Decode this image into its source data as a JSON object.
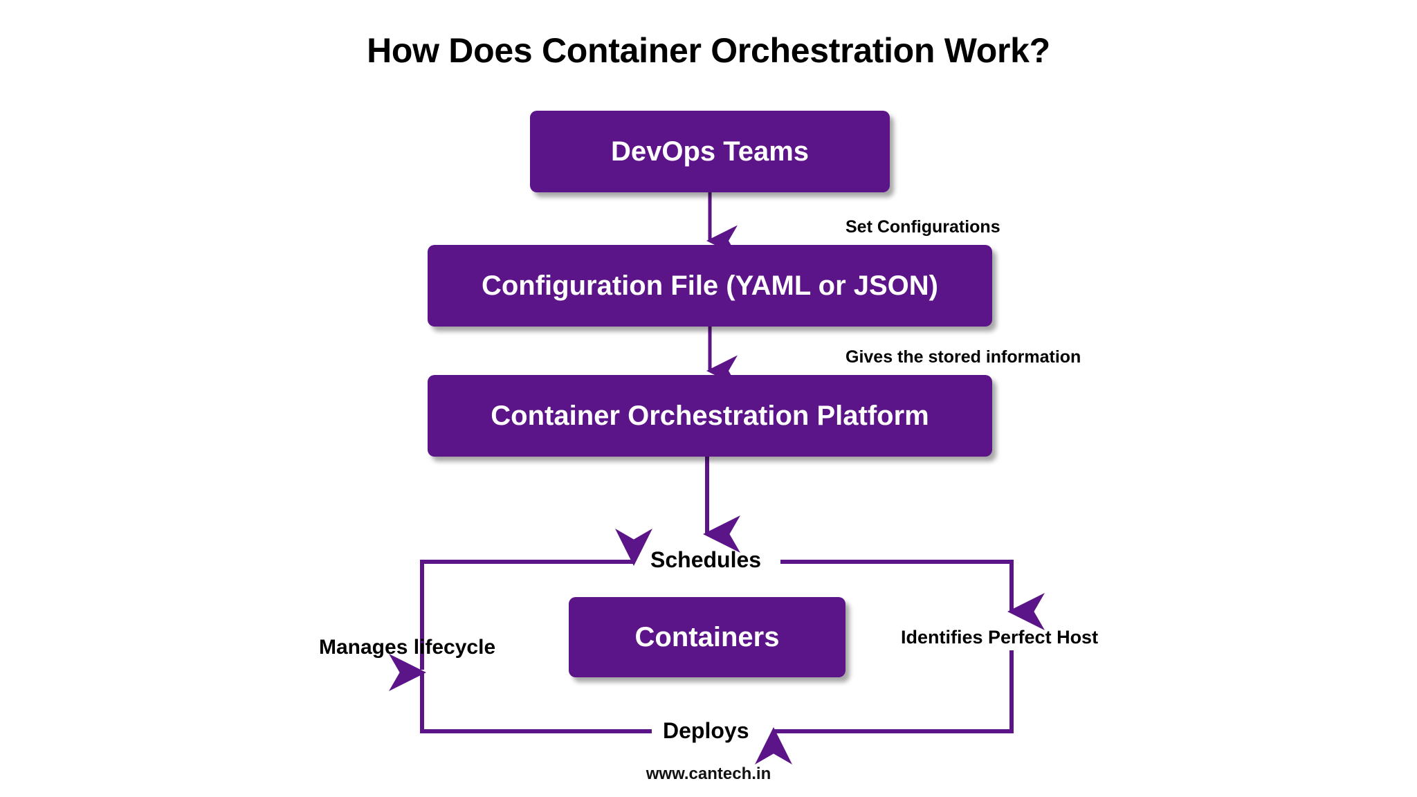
{
  "page": {
    "title": "How Does Container Orchestration Work?",
    "footer_url": "www.cantech.in",
    "background_color": "#ffffff",
    "accent_color": "#5C1489",
    "text_color": "#000000",
    "box_text_color": "#ffffff"
  },
  "nodes": [
    {
      "id": "devops-teams",
      "label": "DevOps Teams"
    },
    {
      "id": "configuration-file",
      "label": "Configuration File (YAML or JSON)"
    },
    {
      "id": "platform",
      "label": "Container Orchestration Platform"
    },
    {
      "id": "containers",
      "label": "Containers"
    }
  ],
  "edge_labels": {
    "set_configurations": "Set Configurations",
    "gives_the_stored_information": "Gives the stored information",
    "schedules": "Schedules",
    "identifies_perfect_host": "Identifies Perfect Host",
    "deploys": "Deploys",
    "manages_lifecycle": "Manages lifecycle"
  },
  "flow": {
    "description": "DevOps Teams set configurations into a Configuration File (YAML or JSON), which gives the stored information to the Container Orchestration Platform, which schedules, identifies perfect host, deploys and manages lifecycle of Containers.",
    "cycle_order": [
      "Schedules",
      "Identifies Perfect Host",
      "Deploys",
      "Manages lifecycle"
    ]
  }
}
